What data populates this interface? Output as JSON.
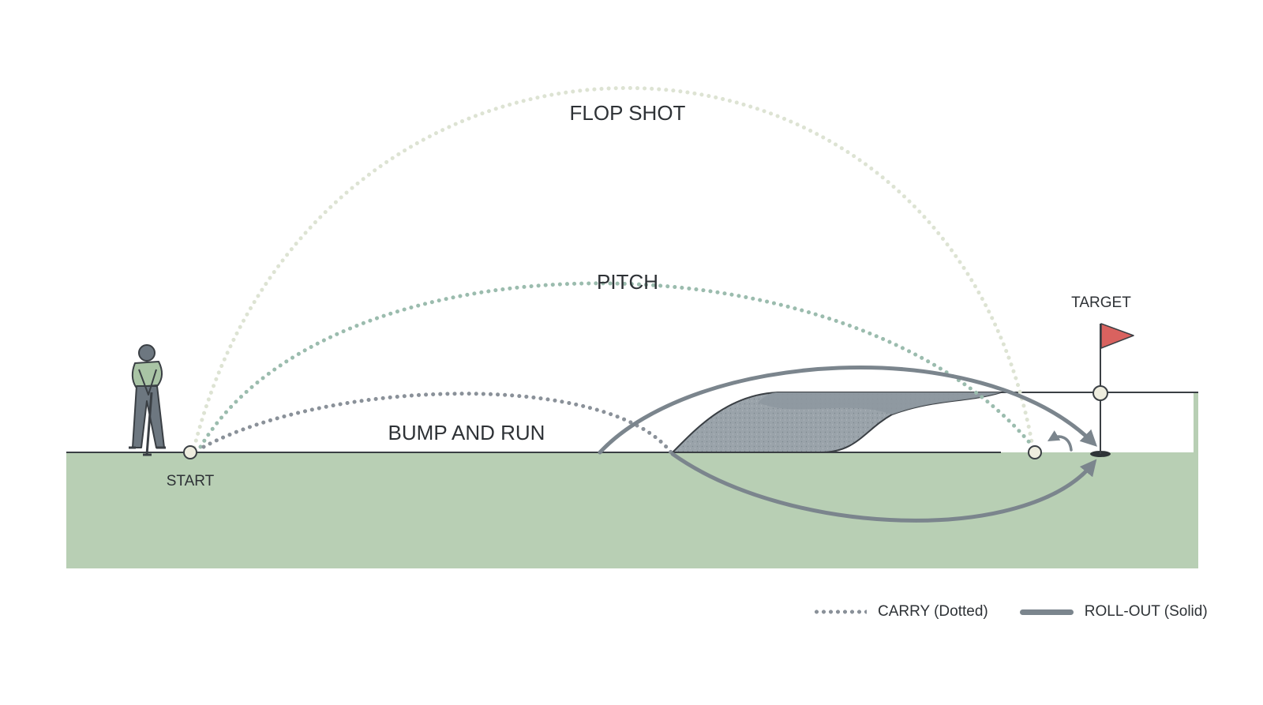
{
  "labels": {
    "flop": "FLOP SHOT",
    "pitch": "PITCH",
    "bump": "BUMP AND RUN",
    "start": "START",
    "target": "TARGET"
  },
  "legend": {
    "carry": "CARRY (Dotted)",
    "rollout": "ROLL-OUT (Solid)"
  },
  "colors": {
    "fairway": "#b8cfb4",
    "bunker": "#8e98a0",
    "flag": "#d9625f",
    "flop_carry": "#dde3d3",
    "pitch_carry": "#9bbcae",
    "bump_carry": "#8a9199",
    "rollout": "#7b858d",
    "outline": "#3a3f44"
  }
}
